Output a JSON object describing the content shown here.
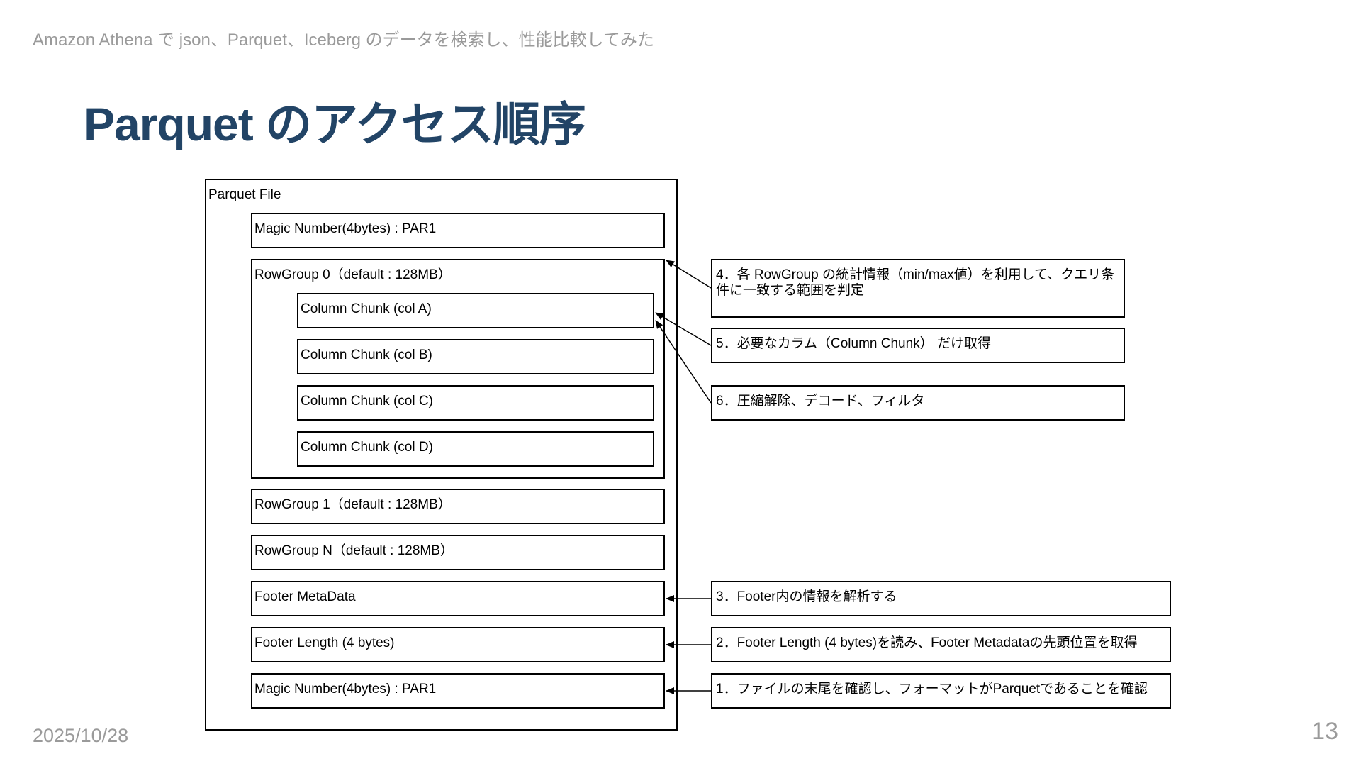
{
  "header": {
    "deck_title": "Amazon Athena で json、Parquet、Iceberg のデータを検索し、性能比較してみた"
  },
  "title": "Parquet のアクセス順序",
  "footer": {
    "date": "2025/10/28",
    "page_number": "13"
  },
  "diagram": {
    "parquet_file": "Parquet File",
    "magic_top": "Magic Number(4bytes) : PAR1",
    "rowgroup0": "RowGroup 0（default : 128MB）",
    "column_chunks": [
      "Column Chunk (col A)",
      "Column Chunk (col B)",
      "Column Chunk (col C)",
      "Column Chunk (col D)"
    ],
    "rowgroup1": "RowGroup 1（default : 128MB）",
    "rowgroupN": "RowGroup N（default : 128MB）",
    "footer_metadata": "Footer MetaData",
    "footer_length": "Footer Length (4 bytes)",
    "magic_bottom": "Magic Number(4bytes) : PAR1",
    "notes": {
      "step4": "4．各 RowGroup の統計情報（min/max値）を利用して、クエリ条件に一致する範囲を判定",
      "step5": "5．必要なカラム（Column Chunk） だけ取得",
      "step6": "6．圧縮解除、デコード、フィルタ",
      "step3": "3．Footer内の情報を解析する",
      "step2": "2．Footer Length (4 bytes)を読み、Footer Metadataの先頭位置を取得",
      "step1": "1．ファイルの末尾を確認し、フォーマットがParquetであることを確認"
    }
  }
}
